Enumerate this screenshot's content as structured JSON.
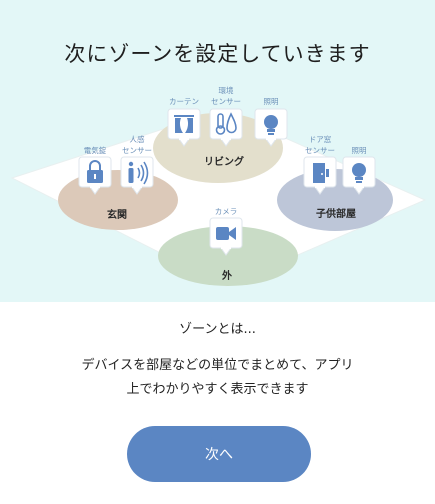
{
  "hero": {
    "title": "次にゾーンを設定していきます"
  },
  "zones": {
    "living": {
      "label": "リビング",
      "sensors": {
        "curtain": "カーテン",
        "env_line1": "環境",
        "env_line2": "センサー",
        "light": "照明"
      }
    },
    "entrance": {
      "label": "玄関",
      "sensors": {
        "lock": "電気錠",
        "motion_line1": "人感",
        "motion_line2": "センサー"
      }
    },
    "kids_room": {
      "label": "子供部屋",
      "sensors": {
        "door_line1": "ドア窓",
        "door_line2": "センサー",
        "light": "照明"
      }
    },
    "outside": {
      "label": "外",
      "sensors": {
        "camera": "カメラ"
      }
    }
  },
  "intro": {
    "heading": "ゾーンとは...",
    "line1": "デバイスを部屋などの単位でまとめて、アプリ",
    "line2": "上でわかりやすく表示できます"
  },
  "actions": {
    "next_label": "次へ"
  },
  "colors": {
    "hero_bg": "#e3f7f7",
    "living": "#e3dfcc",
    "entrance": "#dcc9b9",
    "kids_room": "#bdc6d8",
    "outside": "#c9dcc6",
    "icon_blue": "#5b86c3",
    "button": "#5b86c3"
  }
}
